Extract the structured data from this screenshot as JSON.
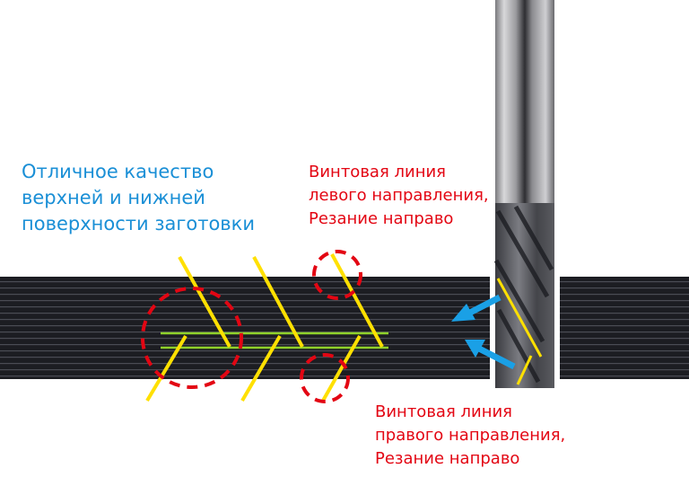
{
  "labels": {
    "quality": [
      "Отличное качество",
      "верхней и нижней",
      "поверхности заготовки"
    ],
    "left_helix": [
      "Винтовая линия",
      "левого направления,",
      "Резание направо"
    ],
    "right_helix": [
      "Винтовая линия",
      "правого направления,",
      "Резание направо"
    ]
  },
  "colors": {
    "blue_text": "#1a8fd6",
    "red_text": "#e30613",
    "helix_line": "#ffe000",
    "surface_line": "#8fd12a",
    "circle": "#e30613",
    "arrow": "#1aa0e6",
    "board": "#1e1f24"
  }
}
